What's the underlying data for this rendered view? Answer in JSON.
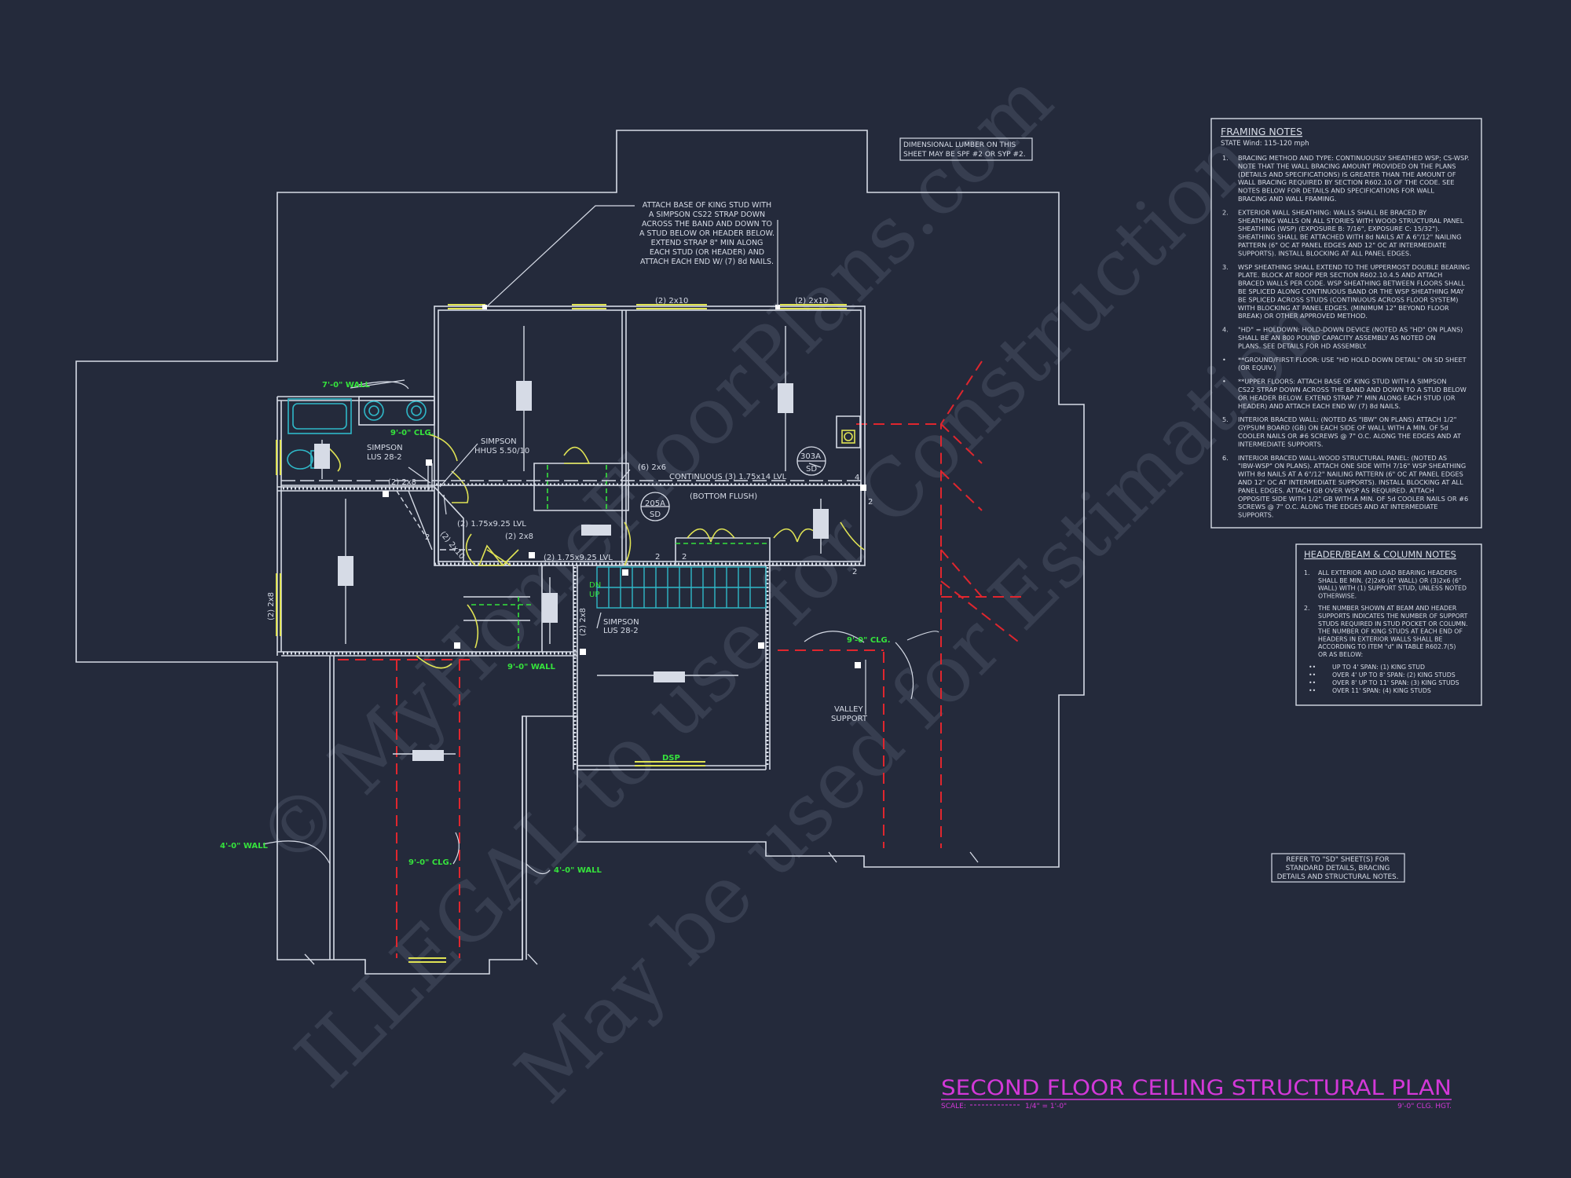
{
  "colors": {
    "background": "#242a3b",
    "line": "#d6dbe6",
    "header_accent": "#e0e354",
    "label_green": "#35e23c",
    "title_magenta": "#d338d8",
    "red_dash": "#e0262e",
    "stair_cyan": "#2fb8c8",
    "watermark": "#3b4254"
  },
  "watermark": {
    "line1": "© MyHomeFloorPlans.com",
    "line2": "ILLEGAL to use for Construction",
    "line3": "May be used for Estimation"
  },
  "dimensional_lumber_note": [
    "DIMENSIONAL LUMBER ON THIS",
    "SHEET MAY BE SPF #2 OR SYP #2."
  ],
  "strap_callout": [
    "ATTACH BASE OF KING STUD WITH",
    "A SIMPSON CS22 STRAP DOWN",
    "ACROSS THE BAND AND DOWN TO",
    "A STUD BELOW OR HEADER BELOW.",
    "EXTEND STRAP 8\" MIN ALONG",
    "EACH STUD (OR HEADER) AND",
    "ATTACH EACH END W/ (7) 8d NAILS."
  ],
  "plan_labels": {
    "hdr_2x10_a": "(2) 2x10",
    "hdr_2x10_b": "(2) 2x10",
    "wall_7ft": "7'-0\" WALL",
    "clg_9ft_a": "9'-0\" CLG.",
    "simpson_lus_a": [
      "SIMPSON",
      "LUS 28-2"
    ],
    "simpson_hhus": [
      "SIMPSON",
      "HHUS 5.50/10"
    ],
    "hdr_6x2x6": "(6) 2x6",
    "continuous_lvl": "CONTINUOUS (3) 1.75x14 LVL",
    "bottom_flush": "(BOTTOM FLUSH)",
    "detail_303a": "303A",
    "detail_sd_a": "SD",
    "detail_205a": "205A",
    "detail_sd_b": "SD",
    "hdr_2x8_a": "(2) 2x8",
    "lvl_a": "(2) 1.75x9.25 LVL",
    "hdr_2x10_diag": "(2) 2x10",
    "hdr_2x8_b": "(2) 2x8",
    "lvl_b": "(2) 1.75x9.25 LVL",
    "hdr_2x8_side": "(2) 2x8",
    "hdr_2x8_mid": "(2) 2x8",
    "simpson_lus_b": [
      "SIMPSON",
      "LUS 28-2"
    ],
    "dn": "DN",
    "up": "UP",
    "wall_9ft": "9'-0\" WALL",
    "clg_9ft_b": "9'-0\" CLG.",
    "valley_support": [
      "VALLEY",
      "SUPPORT"
    ],
    "dsp": "DSP",
    "wall_4ft_a": "4'-0\" WALL",
    "wall_4ft_b": "4'-0\" WALL",
    "clg_9ft_c": "9'-0\" CLG.",
    "num_2": "2",
    "num_4": "4"
  },
  "framing_notes": {
    "title": "FRAMING NOTES",
    "subtitle": "STATE Wind: 115-120 mph",
    "items": [
      {
        "num": "1.",
        "lines": [
          "BRACING METHOD AND TYPE: CONTINUOUSLY SHEATHED WSP; CS-WSP.",
          "NOTE THAT THE WALL BRACING AMOUNT PROVIDED ON THE PLANS",
          "(DETAILS AND SPECIFICATIONS) IS GREATER THAN THE AMOUNT OF",
          "WALL BRACING REQUIRED BY SECTION R602.10 OF THE CODE. SEE",
          "NOTES BELOW FOR DETAILS AND SPECIFICATIONS FOR WALL",
          "BRACING AND WALL FRAMING."
        ]
      },
      {
        "num": "2.",
        "lines": [
          "EXTERIOR WALL SHEATHING: WALLS SHALL BE BRACED BY",
          "SHEATHING WALLS ON ALL STORIES WITH WOOD STRUCTURAL PANEL",
          "SHEATHING (WSP) (EXPOSURE B: 7/16\", EXPOSURE C: 15/32\").",
          "SHEATHING SHALL BE ATTACHED WITH 8d NAILS AT A 6\"/12\" NAILING",
          "PATTERN (6\" OC AT PANEL EDGES AND 12\" OC AT INTERMEDIATE",
          "SUPPORTS). INSTALL BLOCKING AT ALL PANEL EDGES."
        ]
      },
      {
        "num": "3.",
        "lines": [
          "WSP SHEATHING SHALL EXTEND TO THE UPPERMOST DOUBLE BEARING",
          "PLATE. BLOCK AT ROOF PER SECTION R602.10.4.5 AND ATTACH",
          "BRACED WALLS PER CODE. WSP SHEATHING BETWEEN FLOORS SHALL",
          "BE SPLICED ALONG CONTINUOUS BAND OR THE WSP SHEATHING MAY",
          "BE SPLICED ACROSS STUDS (CONTINUOUS ACROSS FLOOR SYSTEM)",
          "WITH BLOCKING AT PANEL EDGES. (MINIMUM 12\" BEYOND FLOOR",
          "BREAK) OR OTHER APPROVED METHOD."
        ]
      },
      {
        "num": "4.",
        "lines": [
          "\"HD\" = HOLDOWN: HOLD-DOWN DEVICE (NOTED AS \"HD\" ON PLANS)",
          "SHALL BE AN 800 POUND CAPACITY ASSEMBLY AS NOTED ON",
          "PLANS. SEE DETAILS FOR HD ASSEMBLY."
        ]
      },
      {
        "num": "•",
        "lines": [
          "**GROUND/FIRST FLOOR: USE \"HD HOLD-DOWN DETAIL\" ON SD SHEET",
          "(OR EQUIV.)"
        ]
      },
      {
        "num": "•",
        "lines": [
          "**UPPER FLOORS: ATTACH BASE OF KING STUD WITH A SIMPSON",
          "CS22 STRAP DOWN ACROSS THE BAND AND DOWN TO A STUD BELOW",
          "OR HEADER BELOW. EXTEND STRAP 7\" MIN ALONG EACH STUD (OR",
          "HEADER) AND ATTACH EACH END W/ (7) 8d NAILS."
        ]
      },
      {
        "num": "5.",
        "lines": [
          "INTERIOR BRACED WALL: (NOTED AS \"IBW\" ON PLANS) ATTACH 1/2\"",
          "GYPSUM BOARD (GB) ON EACH SIDE OF WALL WITH A MIN. OF 5d",
          "COOLER NAILS OR #6 SCREWS @ 7\" O.C. ALONG THE EDGES AND AT",
          "INTERMEDIATE SUPPORTS."
        ]
      },
      {
        "num": "6.",
        "lines": [
          "INTERIOR BRACED WALL-WOOD STRUCTURAL PANEL: (NOTED AS",
          "\"IBW-WSP\" ON PLANS). ATTACH ONE SIDE WITH 7/16\" WSP SHEATHING",
          "WITH 8d NAILS AT A 6\"/12\" NAILING PATTERN (6\" OC AT PANEL EDGES",
          "AND 12\" OC AT INTERMEDIATE SUPPORTS). INSTALL BLOCKING AT ALL",
          "PANEL EDGES. ATTACH GB OVER WSP AS REQUIRED. ATTACH",
          "OPPOSITE SIDE WITH 1/2\" GB WITH A MIN. OF 5d COOLER NAILS OR #6",
          "SCREWS @ 7\" O.C. ALONG THE EDGES AND AT INTERMEDIATE",
          "SUPPORTS."
        ]
      }
    ]
  },
  "header_notes": {
    "title": "HEADER/BEAM & COLUMN NOTES",
    "items": [
      {
        "num": "1.",
        "lines": [
          "ALL EXTERIOR AND LOAD BEARING HEADERS",
          "SHALL BE MIN. (2)2x6 (4\" WALL) OR (3)2x6 (6\"",
          "WALL) WITH (1) SUPPORT STUD, UNLESS NOTED",
          "OTHERWISE."
        ]
      },
      {
        "num": "2.",
        "lines": [
          "THE NUMBER SHOWN AT BEAM AND HEADER",
          "SUPPORTS INDICATES THE NUMBER OF SUPPORT",
          "STUDS REQUIRED IN STUD POCKET OR COLUMN.",
          "THE NUMBER OF KING STUDS AT EACH END OF",
          "HEADERS IN EXTERIOR WALLS SHALL BE",
          "ACCORDING TO ITEM \"d\" IN TABLE R602.7(5)",
          "OR AS BELOW:"
        ]
      }
    ],
    "bullets": [
      "UP TO 4' SPAN: (1) KING STUD",
      "OVER 4' UP TO 8' SPAN: (2) KING STUDS",
      "OVER 8' UP TO 11' SPAN: (3) KING STUDS",
      "OVER 11' SPAN: (4) KING STUDS"
    ]
  },
  "refer_note": [
    "REFER TO \"SD\" SHEET(S) FOR",
    "STANDARD DETAILS, BRACING",
    "DETAILS AND STRUCTURAL NOTES."
  ],
  "title_block": {
    "title": "SECOND FLOOR CEILING STRUCTURAL PLAN",
    "scale_label": "SCALE:",
    "scale_value": "1/4\" = 1'-0\"",
    "height": "9'-0\" CLG. HGT."
  }
}
